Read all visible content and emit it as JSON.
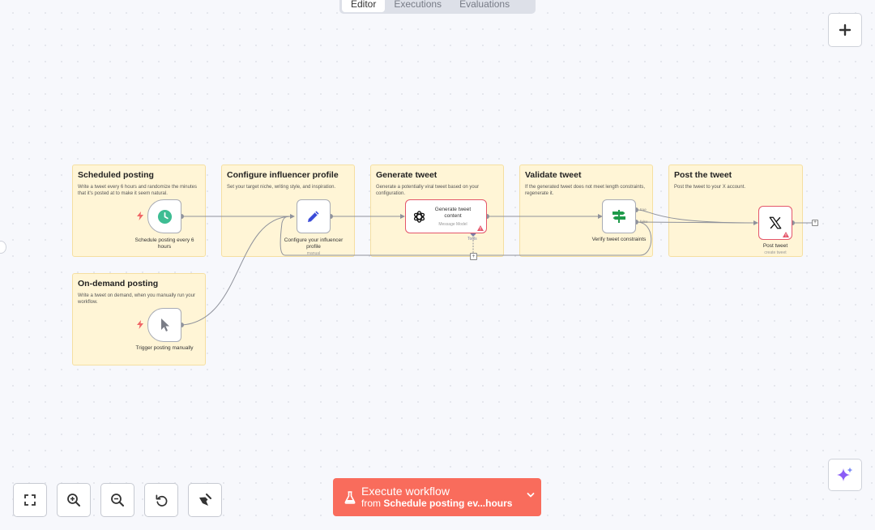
{
  "tabs": [
    {
      "label": "Editor",
      "active": true
    },
    {
      "label": "Executions",
      "active": false
    },
    {
      "label": "Evaluations",
      "active": false
    }
  ],
  "stickies": [
    {
      "title": "Scheduled posting",
      "text": "Write a tweet every 6 hours and randomize the minutes that it's posted at to make it seem natural."
    },
    {
      "title": "Configure influencer profile",
      "text": "Set your target niche, writing style, and inspiration."
    },
    {
      "title": "Generate tweet",
      "text": "Generate a potentially viral tweet based on your configuration."
    },
    {
      "title": "Validate tweet",
      "text": "If the generated tweet does not meet length constraints, regenerate it."
    },
    {
      "title": "Post the tweet",
      "text": "Post the tweet to your X account."
    },
    {
      "title": "On-demand posting",
      "text": "Write a tweet on demand, when you manually run your workflow."
    }
  ],
  "nodes": {
    "schedule": {
      "label": "Schedule posting every 6 hours",
      "icon": "clock-icon"
    },
    "configure": {
      "label": "Configure your influencer profile",
      "sub": "manual",
      "icon": "pencil-icon"
    },
    "generate": {
      "label": "Generate tweet content",
      "sub": "Message Model",
      "icon": "openai-icon"
    },
    "verify": {
      "label": "Verify tweet constraints",
      "icon": "signpost-icon",
      "out_true": "true",
      "out_false": "false"
    },
    "post": {
      "label": "Post tweet",
      "sub": "create tweet",
      "icon": "x-logo-icon"
    },
    "manual": {
      "label": "Trigger posting manually",
      "icon": "cursor-icon"
    },
    "tools_label": "Tools"
  },
  "execute": {
    "title": "Execute workflow",
    "sub_prefix": "from ",
    "sub_target": "Schedule posting ev...hours"
  },
  "colors": {
    "accent": "#f96c5c",
    "sticky_bg": "#fff5d6",
    "trigger_green": "#3ebd93",
    "pencil_blue": "#3a4bd8",
    "signpost_green": "#1e9a4a",
    "warning_red": "#e4566a"
  }
}
